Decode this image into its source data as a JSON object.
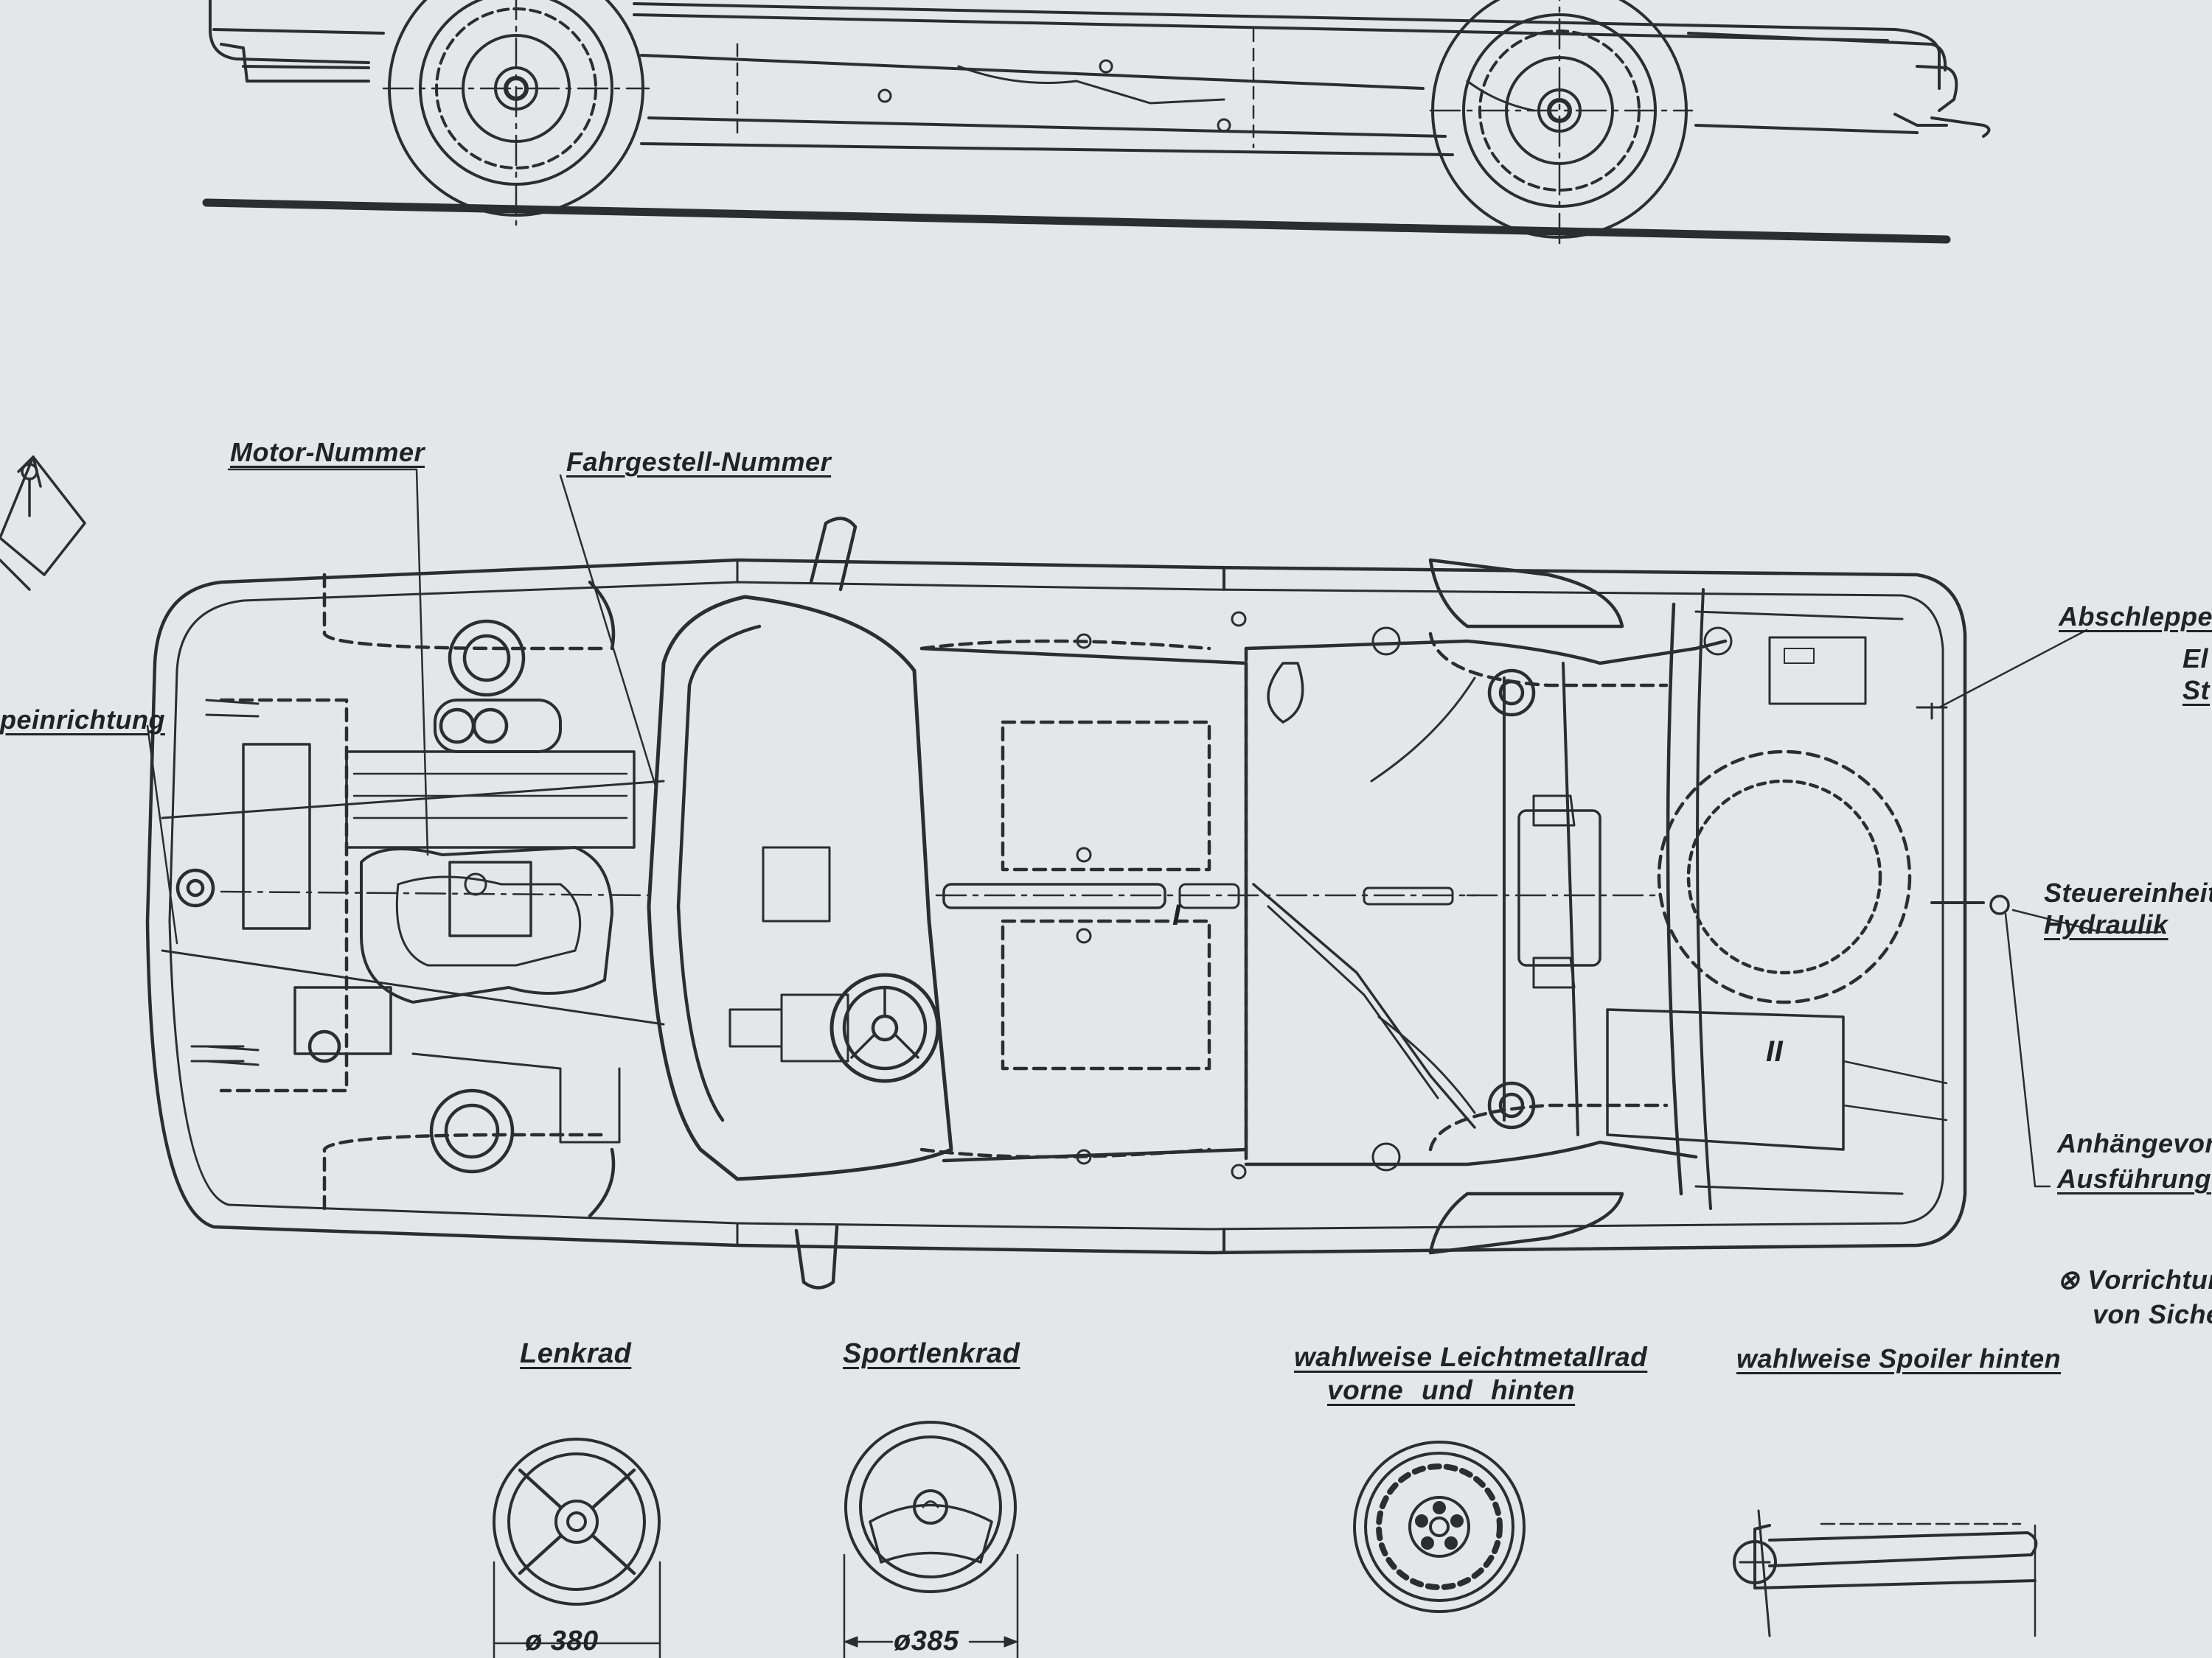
{
  "colors": {
    "paper": "#e4e6e7",
    "ink": "#1f2325",
    "ink_light": "#4a4f52"
  },
  "top_callouts": {
    "motor_nummer": "Motor-Nummer",
    "fahrgestell_nummer": "Fahrgestell-Nummer"
  },
  "left_callouts": {
    "einrichtung": "peinrichtung"
  },
  "right_callouts": {
    "abschlepp": "Abschleppein",
    "el": "El",
    "st": "St",
    "steuereinheit_1": "Steuereinheit",
    "steuereinheit_2": "Hydraulik",
    "anhaenge_1": "Anhängevorri",
    "anhaenge_2": "Ausführung",
    "vorrichtung_1": "⊗ Vorrichtun",
    "vorrichtung_2": "von Siche"
  },
  "markers": {
    "front": "I",
    "rear": "II"
  },
  "details": [
    {
      "title": "Lenkrad",
      "dimension": "ø 380"
    },
    {
      "title": "Sportlenkrad",
      "dimension": "ø385"
    },
    {
      "title": "wahlweise Leichtmetallrad",
      "subtitle": "vorne und hinten"
    },
    {
      "title": "wahlweise Spoiler hinten"
    }
  ]
}
